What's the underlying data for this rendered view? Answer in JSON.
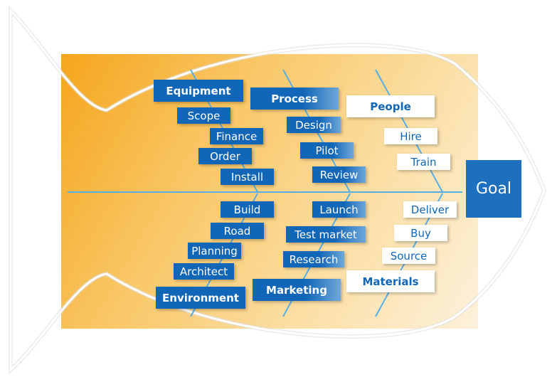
{
  "goal": "Goal",
  "categories": {
    "equipment": {
      "label": "Equipment",
      "items": [
        "Scope",
        "Finance",
        "Order",
        "Install"
      ]
    },
    "process": {
      "label": "Process",
      "items": [
        "Design",
        "Pilot",
        "Review"
      ]
    },
    "people": {
      "label": "People",
      "items": [
        "Hire",
        "Train"
      ]
    },
    "environment": {
      "label": "Environment",
      "items": [
        "Build",
        "Road",
        "Planning",
        "Architect"
      ]
    },
    "marketing": {
      "label": "Marketing",
      "items": [
        "Launch",
        "Test market",
        "Research"
      ]
    },
    "materials": {
      "label": "Materials",
      "items": [
        "Deliver",
        "Buy",
        "Source"
      ]
    }
  },
  "colors": {
    "blue": "#1266b8",
    "orange": "#f5a51c",
    "bone": "#5aaee6"
  }
}
